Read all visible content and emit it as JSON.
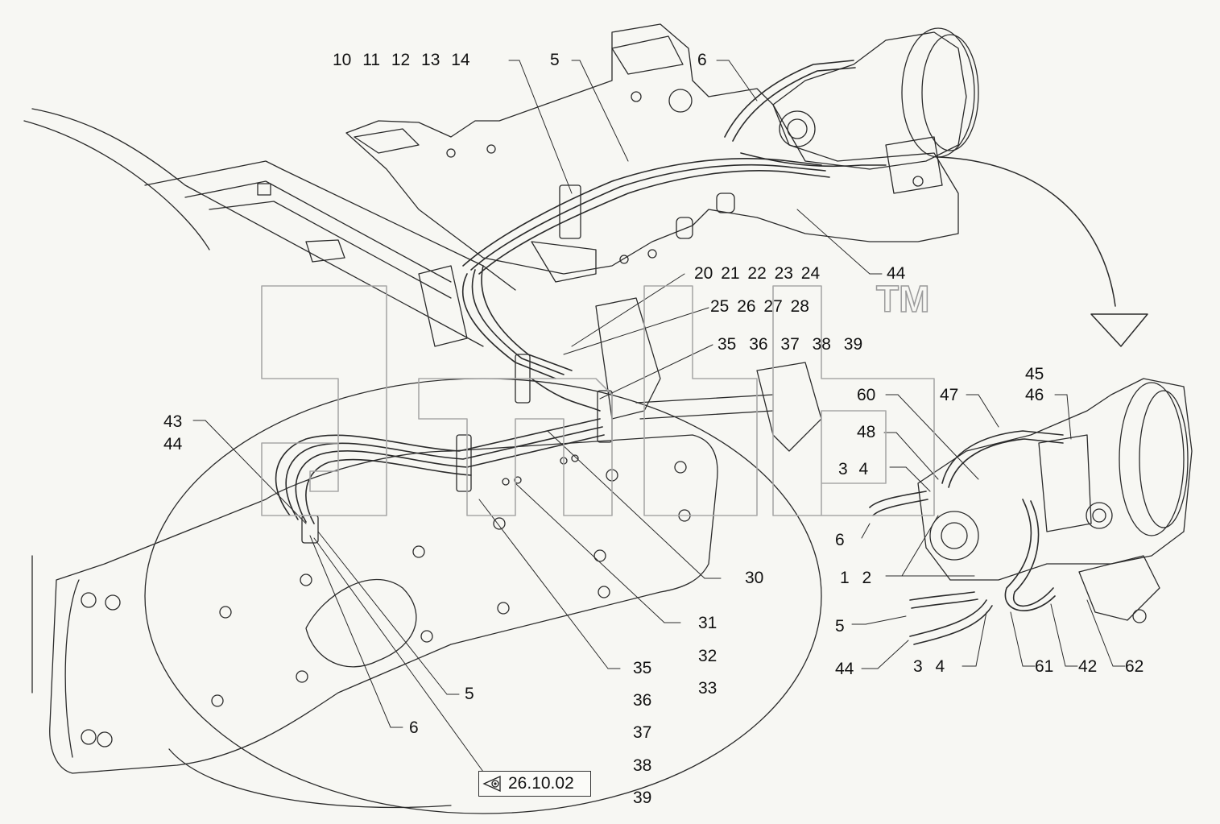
{
  "labels": {
    "top_group_1": "10 11 12 13 14",
    "top_5": "5",
    "top_6": "6",
    "top_44": "44",
    "mid_20_24": "20 21 22 23 24",
    "mid_25_28": "25 26 27 28",
    "mid_35_39": "35 36 37 38 39",
    "left_43": "43",
    "left_44": "44",
    "right_30": "30",
    "col_31": "31",
    "col_32": "32",
    "col_33": "33",
    "col_35": "35",
    "col_36": "36",
    "col_37": "37",
    "col_38": "38",
    "col_39": "39",
    "bot_5": "5",
    "bot_6": "6",
    "det_45": "45",
    "det_46": "46",
    "det_47": "47",
    "det_60": "60",
    "det_48": "48",
    "det_3_4": "3 4",
    "det_6": "6",
    "det_1_2": "1 2",
    "det_5": "5",
    "det_44": "44",
    "det_3_4_bottom": "3 4",
    "det_61": "61",
    "det_42": "42",
    "det_62": "62"
  },
  "reference": {
    "text": "26.10.02",
    "icon": "eye-view-icon"
  },
  "watermark": {
    "tm": "TM"
  }
}
